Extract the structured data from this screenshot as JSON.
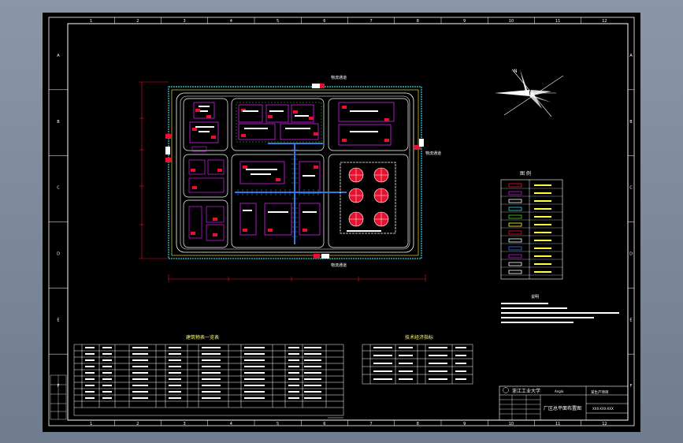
{
  "drawing": {
    "border_numbers_top": [
      "1",
      "2",
      "3",
      "4",
      "5",
      "6",
      "7",
      "8",
      "9",
      "10",
      "11",
      "12"
    ],
    "border_letters_side": [
      "A",
      "B",
      "C",
      "D",
      "E",
      "F"
    ],
    "legend_title": "图 例",
    "notes_title": "说明",
    "table1_title": "建筑物表一览表",
    "table2_title": "技术经济指标",
    "road_label_top": "物流通道",
    "road_label_right": "物流通道",
    "road_label_bottom": "物流通道",
    "school_name": "浙江工业大学",
    "school_en": "Anglo",
    "title_block_title": "厂区总平面布置图",
    "title_block_project": "某生产项目",
    "title_block_code": "XXX-XXX-XXX",
    "north_label": "N"
  },
  "colors": {
    "paper": "#000000",
    "frame": "#ffffff",
    "building": "#c01ad8",
    "marker": "#e8112d",
    "road": "#ffffff",
    "pipe": "#2f7ae0",
    "yellow": "#ffff40",
    "green": "#3bd13b",
    "cyan": "#29d6e0"
  }
}
